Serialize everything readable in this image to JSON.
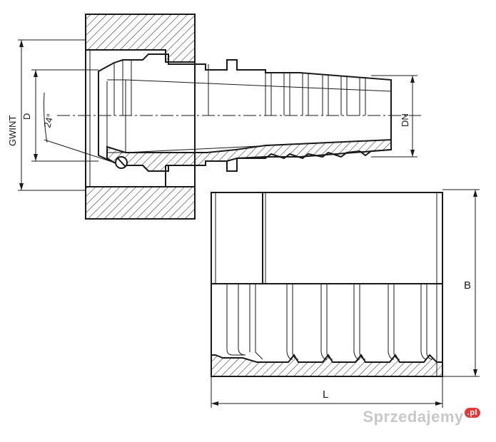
{
  "labels": {
    "gwint": "GWINT",
    "d": "D",
    "angle": "24°",
    "dn": "DN",
    "b": "B",
    "l": "L"
  },
  "watermark": {
    "text": "Sprzedajemy",
    "suffix": ".pl"
  }
}
